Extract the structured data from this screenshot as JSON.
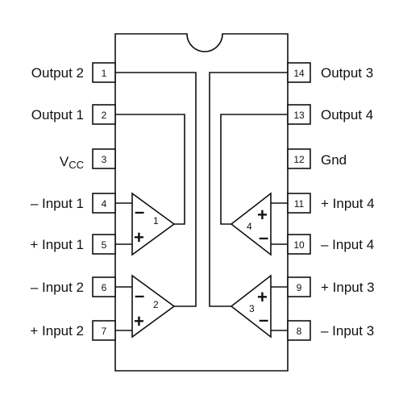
{
  "pins": [
    {
      "number": "1",
      "label": "Output 2"
    },
    {
      "number": "2",
      "label": "Output 1"
    },
    {
      "number": "3",
      "label": "V",
      "label_sub": "CC"
    },
    {
      "number": "4",
      "label": "– Input 1"
    },
    {
      "number": "5",
      "label": "+ Input 1"
    },
    {
      "number": "6",
      "label": "– Input 2"
    },
    {
      "number": "7",
      "label": "+ Input 2"
    },
    {
      "number": "8",
      "label": "– Input 3"
    },
    {
      "number": "9",
      "label": "+ Input 3"
    },
    {
      "number": "10",
      "label": "– Input 4"
    },
    {
      "number": "11",
      "label": "+ Input 4"
    },
    {
      "number": "12",
      "label": "Gnd"
    },
    {
      "number": "13",
      "label": "Output 4"
    },
    {
      "number": "14",
      "label": "Output 3"
    }
  ],
  "amplifiers": [
    {
      "number": "1",
      "minus": "–",
      "plus": "+"
    },
    {
      "number": "2",
      "minus": "–",
      "plus": "+"
    },
    {
      "number": "3",
      "minus": "–",
      "plus": "+"
    },
    {
      "number": "4",
      "minus": "–",
      "plus": "+"
    }
  ]
}
